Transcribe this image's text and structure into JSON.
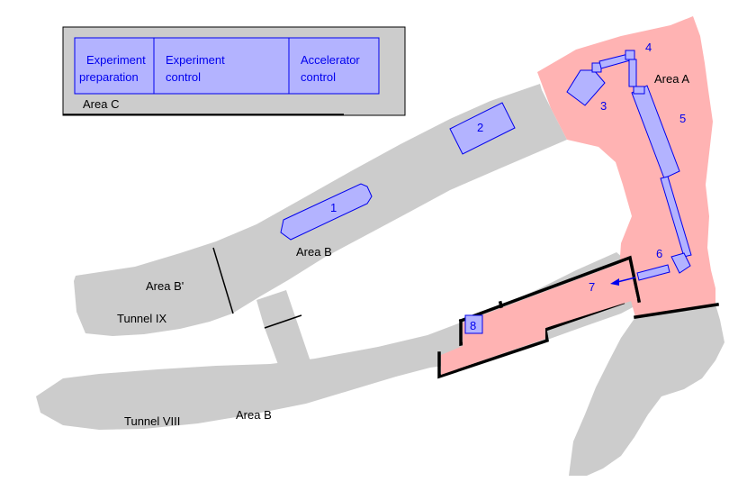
{
  "colors": {
    "tunnel_fill": "#cccccc",
    "area_a_fill": "#ffb3b3",
    "area_c_fill": "#cccccc",
    "equipment_fill": "#b3b3ff",
    "equipment_stroke": "#0000ee",
    "equipment_text": "#0000ee",
    "wall": "#000000"
  },
  "control_rooms": {
    "area_label": "Area C",
    "rooms": [
      {
        "line1": "Experiment",
        "line2": "preparation"
      },
      {
        "line1": "Experiment",
        "line2": "control"
      },
      {
        "line1": "Accelerator",
        "line2": "control"
      }
    ]
  },
  "area_labels": {
    "area_a": "Area A",
    "area_b_upper": "Area B",
    "area_b_prime": "Area B'",
    "tunnel_ix": "Tunnel IX",
    "tunnel_viii": "Tunnel VIII",
    "area_b_lower": "Area B"
  },
  "equipment_numbers": [
    "1",
    "2",
    "3",
    "4",
    "5",
    "6",
    "7",
    "8"
  ]
}
